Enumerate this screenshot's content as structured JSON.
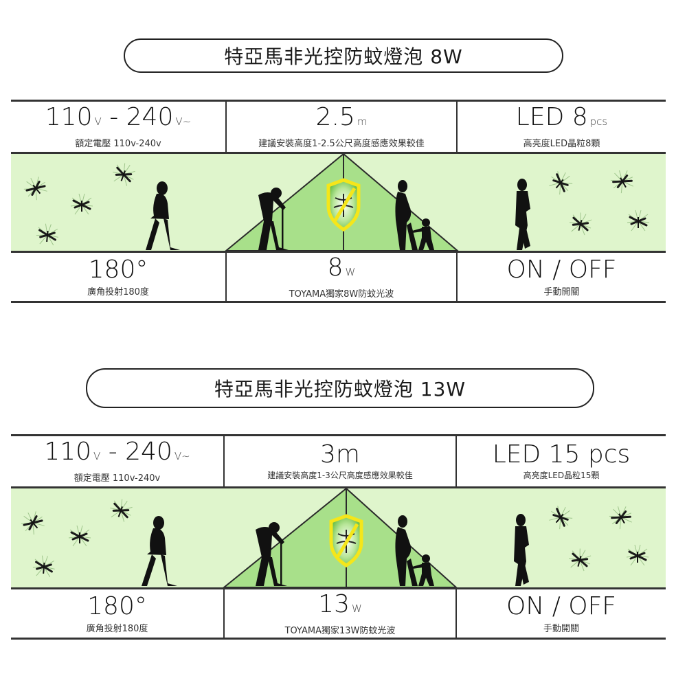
{
  "panels": [
    {
      "title": "特亞馬非光控防蚊燈泡 8W",
      "specs_top": [
        {
          "value": "110",
          "unit1": "V",
          "sep": " - ",
          "value2": "240",
          "unit2": "V~",
          "caption": "額定電壓 110v-240v"
        },
        {
          "value": "2.5",
          "unit1": "m",
          "caption": "建議安裝高度1-2.5公尺高度感應效果較佳"
        },
        {
          "value": "LED 8",
          "unit1": "pcs",
          "caption": "高亮度LED晶粒8顆"
        }
      ],
      "specs_bottom": [
        {
          "value": "180°",
          "caption": "廣角投射180度"
        },
        {
          "value": "8",
          "unit1": "W",
          "caption": "TOYAMA獨家8W防蚊光波"
        },
        {
          "value": "ON / OFF",
          "caption": "手動開關"
        }
      ]
    },
    {
      "title": "特亞馬非光控防蚊燈泡 13W",
      "specs_top": [
        {
          "value": "110",
          "unit1": "V",
          "sep": " - ",
          "value2": "240",
          "unit2": "V~",
          "caption": "額定電壓 110v-240v"
        },
        {
          "value": "3m",
          "caption": "建議安裝高度1-3公尺高度感應效果較佳"
        },
        {
          "value": "LED 15 pcs",
          "caption": "高亮度LED晶粒15顆"
        }
      ],
      "specs_bottom": [
        {
          "value": "180°",
          "caption": "廣角投射180度"
        },
        {
          "value": "13",
          "unit1": "W",
          "caption": "TOYAMA獨家13W防蚊光波"
        },
        {
          "value": "ON / OFF",
          "caption": "手動開關"
        }
      ]
    }
  ],
  "illustration": {
    "icons": [
      "mosquito-icon",
      "walking-woman-silhouette",
      "elderly-man-with-cane-silhouette",
      "no-mosquito-shield-icon",
      "pregnant-woman-silhouette",
      "child-silhouette",
      "walking-man-silhouette"
    ],
    "colors": {
      "band_bg": "#dff5cc",
      "cone_fill": "#a8e08a",
      "shield_border": "#f5e61a",
      "shield_fill": "#8fd46a",
      "line": "#333333"
    }
  }
}
